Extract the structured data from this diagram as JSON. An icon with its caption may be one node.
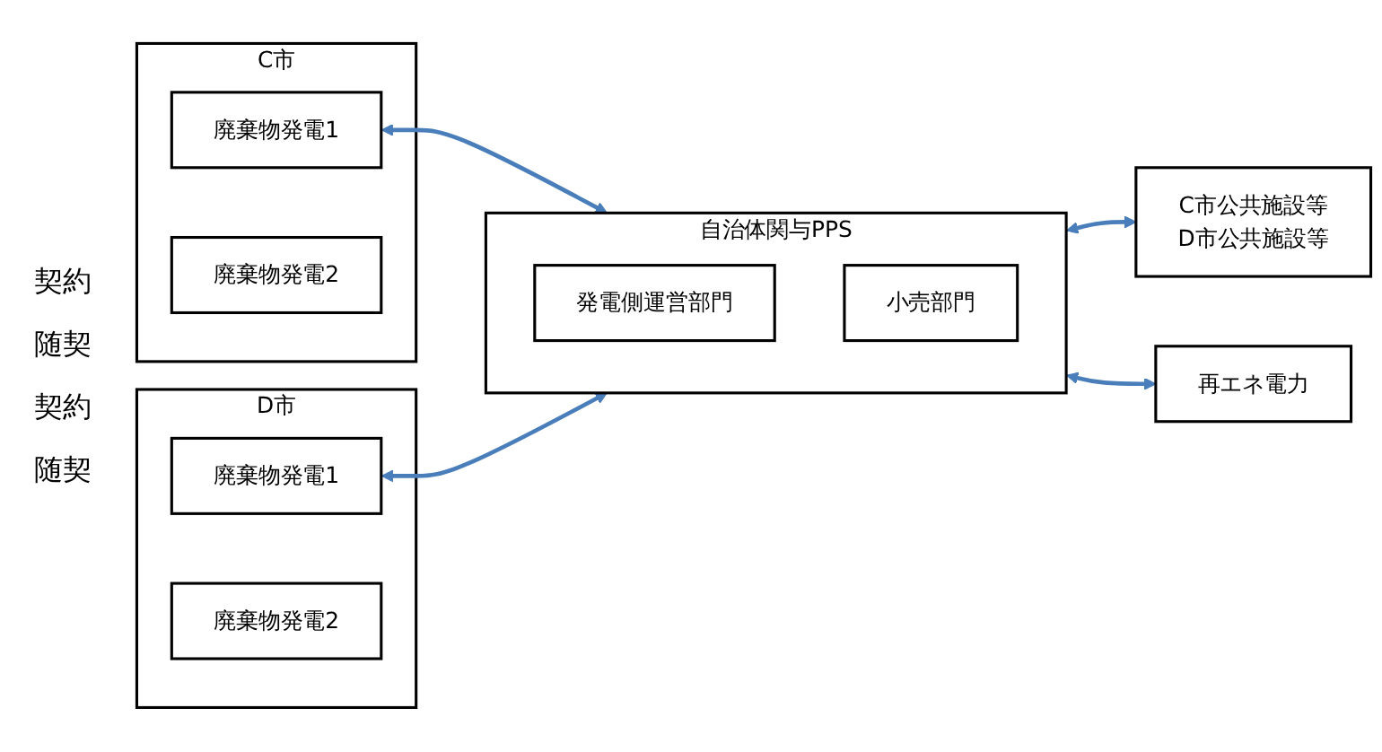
{
  "diagram": {
    "nodes": [
      {
        "text": [
          "C市"
        ]
      },
      {
        "text": [
          "廃棄物発電1"
        ],
        "in": 0
      },
      {
        "text": [
          "廃棄物発電2"
        ],
        "in": 0
      },
      {
        "text": [
          "D市"
        ]
      },
      {
        "text": [
          "廃棄物発電1"
        ],
        "in": 3
      },
      {
        "text": [
          "廃棄物発電2"
        ],
        "in": 3
      },
      {
        "text": [
          "自治体関与PPS"
        ]
      },
      {
        "text": [
          "発電側運営部門"
        ],
        "in": 6
      },
      {
        "text": [
          "小売部門"
        ],
        "in": 6
      },
      {
        "text": [
          "C市公共施設等",
          "D市公共施設等"
        ]
      },
      {
        "text": [
          "再エネ電力"
        ]
      }
    ],
    "edges": [
      {
        "from": 1,
        "to": 6,
        "arrow": "both"
      },
      {
        "from": 4,
        "to": 6,
        "arrow": "both"
      },
      {
        "from": 6,
        "to": 9,
        "arrow": "both"
      },
      {
        "from": 6,
        "to": 10,
        "arrow": "both"
      }
    ],
    "labels": [
      "契約",
      "随契",
      "契約",
      "随契"
    ]
  }
}
